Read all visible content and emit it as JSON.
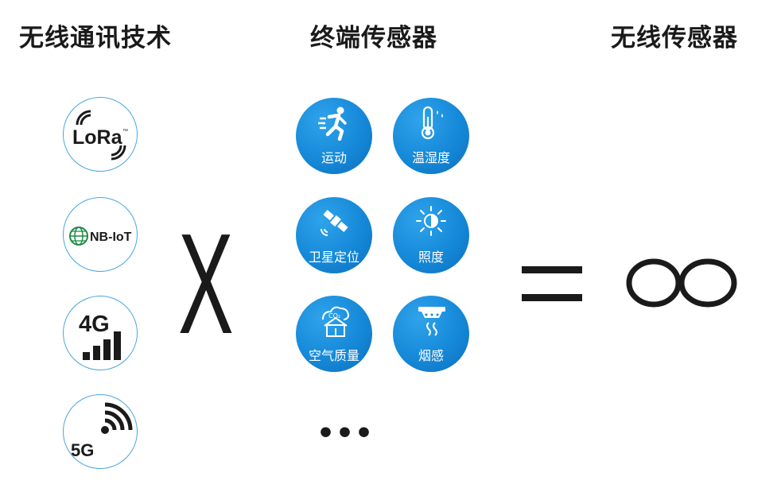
{
  "headings": {
    "wireless_tech": "无线通讯技术",
    "terminal_sensors": "终端传感器",
    "wireless_sensors": "无线传感器"
  },
  "technologies": [
    {
      "name": "LoRa",
      "icon": "lora-logo-icon",
      "mark": "™"
    },
    {
      "name": "NB-IoT",
      "icon": "nb-iot-globe-icon"
    },
    {
      "name": "4G",
      "icon": "4g-signal-icon"
    },
    {
      "name": "5G",
      "icon": "5g-signal-icon"
    }
  ],
  "operators": {
    "multiply": "X",
    "equals": "=",
    "result": "∞"
  },
  "sensors": [
    {
      "label": "运动",
      "icon": "running-person-icon"
    },
    {
      "label": "温湿度",
      "icon": "thermometer-icon"
    },
    {
      "label": "卫星定位",
      "icon": "satellite-icon"
    },
    {
      "label": "照度",
      "icon": "sun-icon"
    },
    {
      "label": "空气质量",
      "icon": "co2-house-icon",
      "icon_text": "CO₂"
    },
    {
      "label": "烟感",
      "icon": "smoke-detector-icon"
    }
  ],
  "more": "•••",
  "colors": {
    "sensor_blue": "#1589d8",
    "ring_blue": "#4aa6de",
    "nb_iot_green": "#1f8a45",
    "text_dark": "#1a1a1a"
  }
}
